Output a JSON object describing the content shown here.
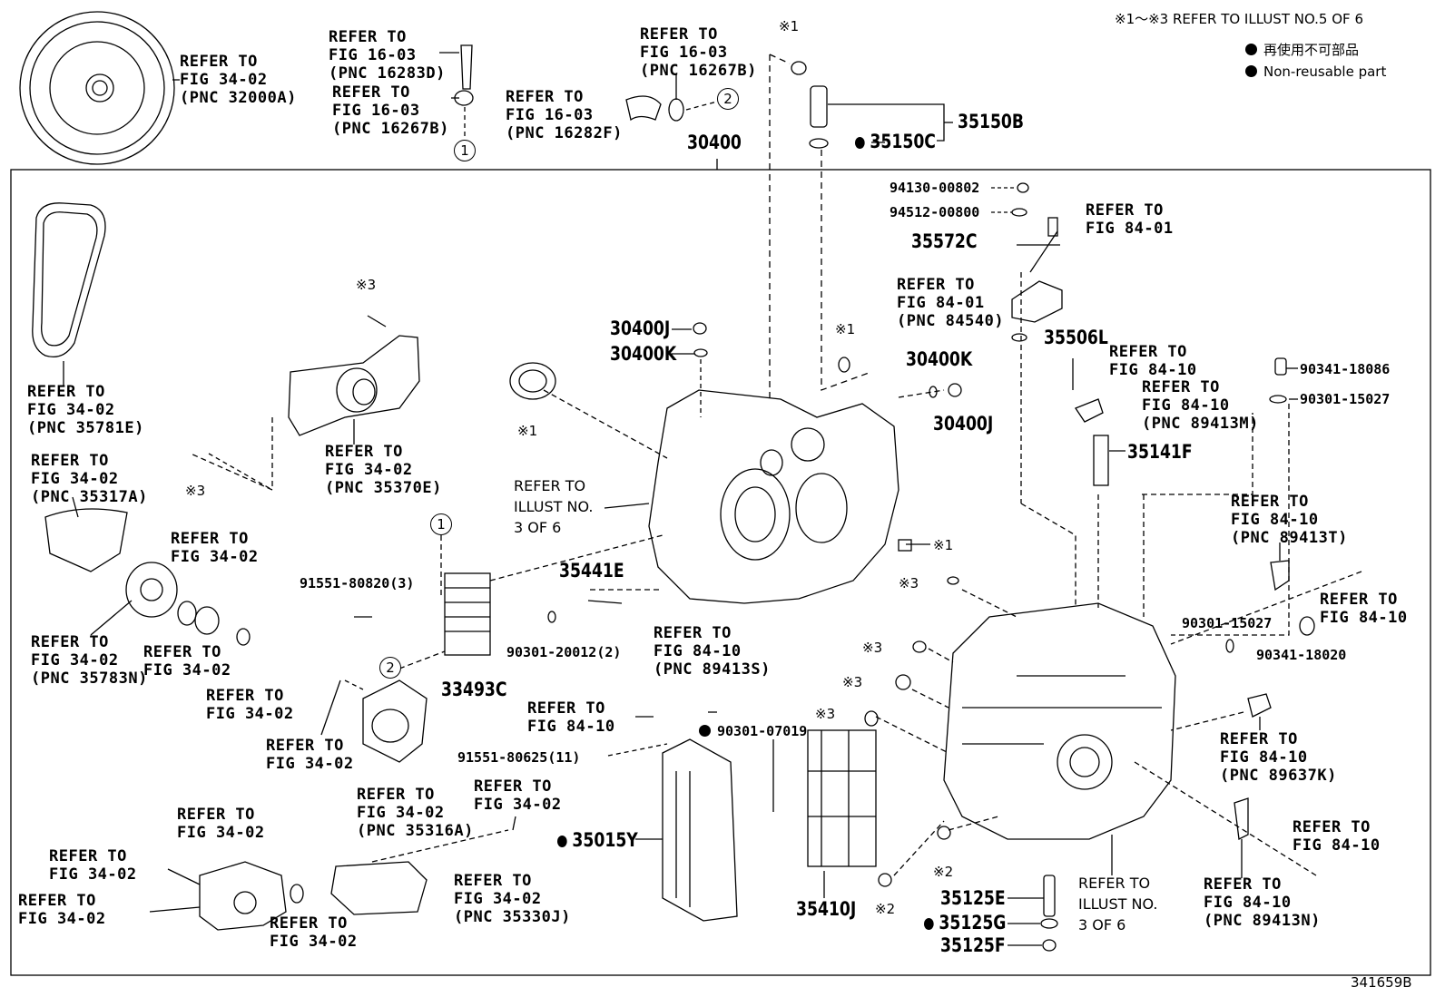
{
  "header": {
    "note": "※1～※3 REFER TO ILLUST NO.5 OF 6",
    "legend_jp": "再使用不可部品",
    "legend_en": "Non-reusable part"
  },
  "figure_id": "341659B",
  "assembly_number": "30400",
  "labels": {
    "torque_conv": "REFER TO\nFIG 34-02\n(PNC 32000A)",
    "fig16_16283D": "REFER TO\nFIG 16-03\n(PNC 16283D)",
    "fig16_16267B_a": "REFER TO\nFIG 16-03\n(PNC 16267B)",
    "fig16_16267B_b": "REFER TO\nFIG 16-03\n(PNC 16267B)",
    "fig16_16282F": "REFER TO\nFIG 16-03\n(PNC 16282F)",
    "belt_35781E": "REFER TO\nFIG 34-02\n(PNC 35781E)",
    "bracket_35370E": "REFER TO\nFIG 34-02\n(PNC 35370E)",
    "shield_35317A": "REFER TO\nFIG 34-02\n(PNC 35317A)",
    "gear_ref": "REFER TO\nFIG 34-02",
    "gear_35783N": "REFER TO\nFIG 34-02\n(PNC 35783N)",
    "seal_ref": "REFER TO\nFIG 34-02",
    "ring_ref": "REFER TO\nFIG 34-02",
    "bolt_ref_mid": "REFER TO\nFIG 34-02",
    "cover_35316A": "REFER TO\nFIG 34-02\n(PNC 35316A)",
    "bolt_ref_low": "REFER TO\nFIG 34-02",
    "pump_ref": "REFER TO\nFIG 34-02",
    "pump_bolt1": "REFER TO\nFIG 34-02",
    "pump_bolt2": "REFER TO\nFIG 34-02",
    "pump_ring": "REFER TO\nFIG 34-02",
    "strainer_35330J": "REFER TO\nFIG 34-02\n(PNC 35330J)",
    "sensor_89413S": "REFER TO\nFIG 84-10\n(PNC 89413S)",
    "bolt_84_10_mid": "REFER TO\nFIG 84-10",
    "fig84_01_bolt": "REFER TO\nFIG 84-01",
    "switch_84540": "REFER TO\nFIG 84-01\n(PNC 84540)",
    "bolt_84_10_top": "REFER TO\nFIG 84-10",
    "sensor_89413M": "REFER TO\nFIG 84-10\n(PNC 89413M)",
    "sensor_89413T": "REFER TO\nFIG 84-10\n(PNC 89413T)",
    "bolt_84_10_right": "REFER TO\nFIG 84-10",
    "sensor_89637K": "REFER TO\nFIG 84-10\n(PNC 89637K)",
    "bolt_84_10_low": "REFER TO\nFIG 84-10",
    "sensor_89413N": "REFER TO\nFIG 84-10\n(PNC 89413N)",
    "illust_3_a": "REFER TO\nILLUST NO.\n3 OF 6",
    "illust_3_b": "REFER TO\nILLUST NO.\n3 OF 6"
  },
  "parts": {
    "p35150B": "35150B",
    "p35150C": "35150C",
    "p94130": "94130-00802",
    "p94512": "94512-00800",
    "p35572C": "35572C",
    "p35506L": "35506L",
    "p30400J_a": "30400J",
    "p30400K_a": "30400K",
    "p30400K_b": "30400K",
    "p30400J_b": "30400J",
    "p90341_18086": "90341-18086",
    "p90301_15027_a": "90301-15027",
    "p35141F": "35141F",
    "p35441E": "35441E",
    "p91551_80820": "91551-80820(3)",
    "p90301_20012": "90301-20012(2)",
    "p33493C": "33493C",
    "p90301_15027_b": "90301-15027",
    "p90341_18020": "90341-18020",
    "p90301_07019": "90301-07019",
    "p91551_80625": "91551-80625(11)",
    "p35015Y": "35015Y",
    "p35410J": "35410J",
    "p35125E": "35125E",
    "p35125G": "35125G",
    "p35125F": "35125F"
  },
  "marks": {
    "m1": "※1",
    "m2": "※2",
    "m3": "※3"
  },
  "callouts": {
    "c1": "1",
    "c2": "2"
  },
  "colors": {
    "ink": "#000000",
    "paper": "#ffffff"
  }
}
